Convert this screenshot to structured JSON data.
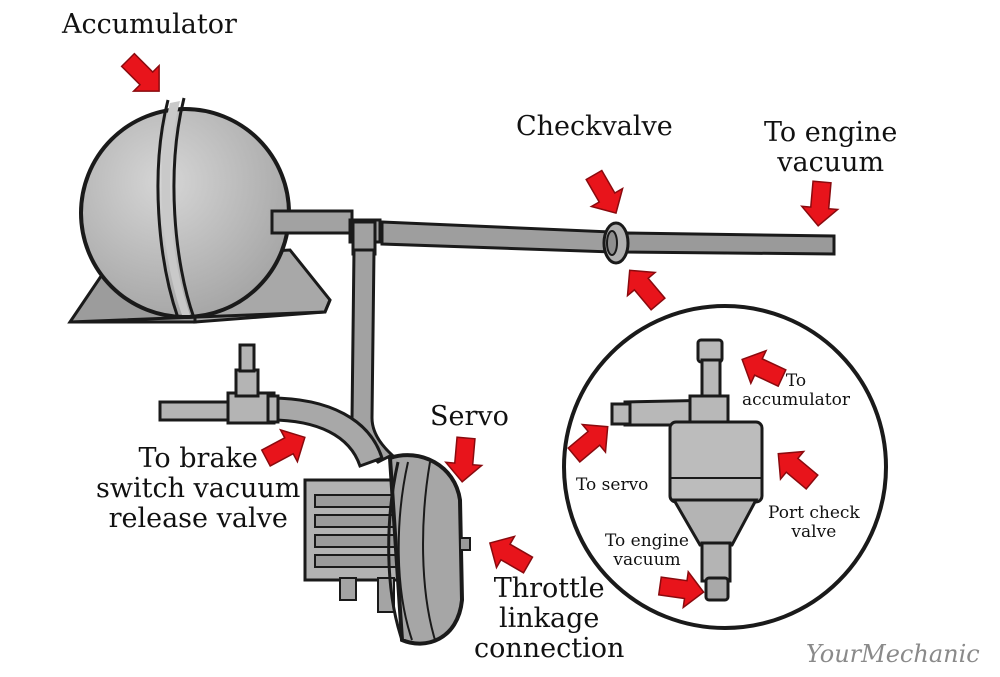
{
  "labels": {
    "accumulator": "Accumulator",
    "checkvalve": "Checkvalve",
    "to_engine_vacuum_main": [
      "To engine",
      "vacuum"
    ],
    "servo": "Servo",
    "to_brake_switch": [
      "To brake",
      "switch vacuum",
      "release valve"
    ],
    "throttle_linkage": [
      "Throttle",
      "linkage",
      "connection"
    ],
    "inset_to_accumulator": [
      "To",
      "accumulator"
    ],
    "inset_to_servo": "To servo",
    "inset_port_check_valve": [
      "Port check",
      "valve"
    ],
    "inset_to_engine_vacuum": [
      "To engine",
      "vacuum"
    ]
  },
  "brand": {
    "logo_text": "YourMechanic"
  },
  "colors": {
    "component_fill": "#bdbdbd",
    "component_dark": "#8f8f8f",
    "outline": "#1a1a1a",
    "arrow": "#e8141b",
    "background": "#ffffff"
  }
}
